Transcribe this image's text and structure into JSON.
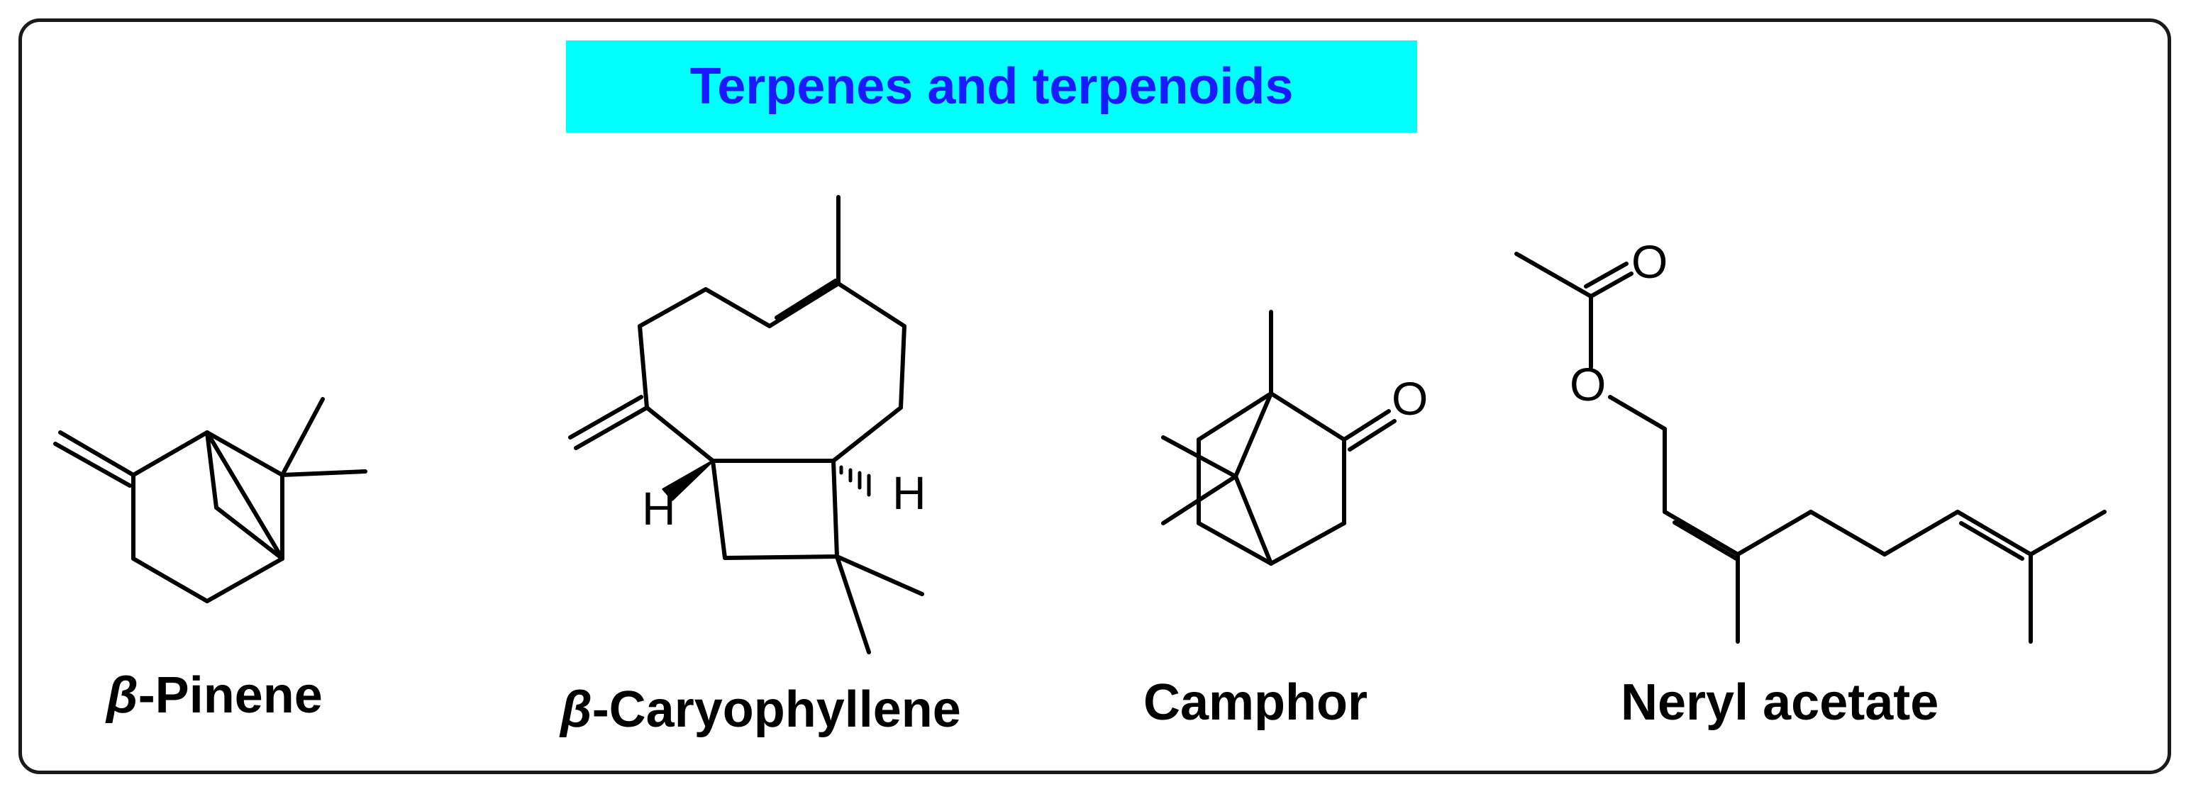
{
  "title": "Terpenes and terpenoids",
  "colors": {
    "banner_background": "#00ffff",
    "banner_text": "#1a1aff",
    "frame": "#1a1a1a",
    "bonds": "#000000"
  },
  "compounds": [
    {
      "prefix": "β",
      "name": "-Pinene"
    },
    {
      "prefix": "β",
      "name": "-Caryophyllene"
    },
    {
      "prefix": "",
      "name": "Camphor"
    },
    {
      "prefix": "",
      "name": "Neryl acetate"
    }
  ],
  "atom_labels": {
    "hydrogen": "H",
    "oxygen": "O"
  }
}
